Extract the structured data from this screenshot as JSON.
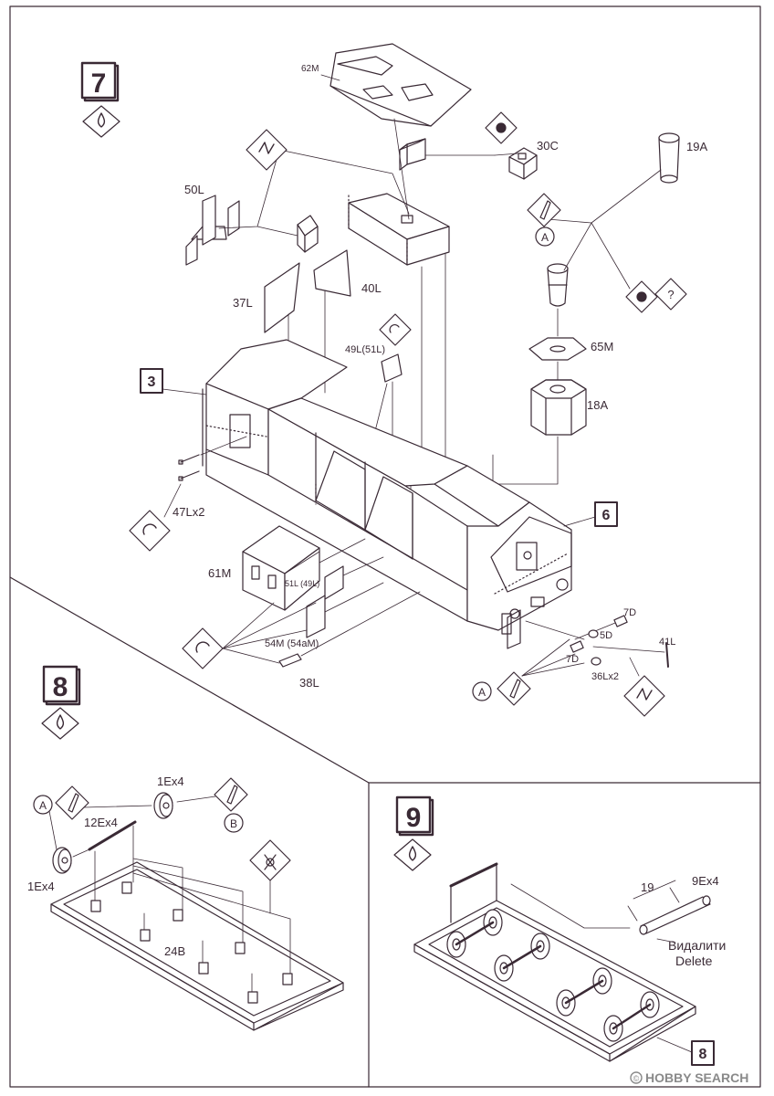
{
  "step7": {
    "number": "7",
    "labels": {
      "p62M": "62M",
      "p30C": "30C",
      "p19A": "19A",
      "p50L": "50L",
      "p37L": "37L",
      "p40L": "40L",
      "p49L": "49L(51L)",
      "p65M": "65M",
      "p18A": "18A",
      "p47L": "47Lx2",
      "p61M": "61M",
      "p51L": "51L (49L)",
      "p54M": "54M (54aM)",
      "p38L": "38L",
      "p7D_top": "7D",
      "p5D": "5D",
      "p7D_bot": "7D",
      "p41L": "41L",
      "p36L": "36Lx2",
      "a_top": "A",
      "a_bottom": "A",
      "q_mark": "?"
    },
    "ref_boxes": {
      "three": "3",
      "six": "6"
    }
  },
  "step8": {
    "number": "8",
    "labels": {
      "p1E_top": "1Ex4",
      "p12E": "12Ex4",
      "p1E_left": "1Ex4",
      "p24B": "24B",
      "a_mark": "A",
      "b_mark": "B"
    }
  },
  "step9": {
    "number": "9",
    "labels": {
      "p19": "19",
      "p9E": "9Ex4",
      "delete_ua": "Видалити",
      "delete_en": "Delete"
    },
    "ref_box": "8"
  },
  "watermark": {
    "text": "HOBBY SEARCH",
    "mark": "©"
  },
  "colors": {
    "ink": "#3a2a35",
    "paper": "#ffffff",
    "watermark": "#8a8a8a"
  }
}
